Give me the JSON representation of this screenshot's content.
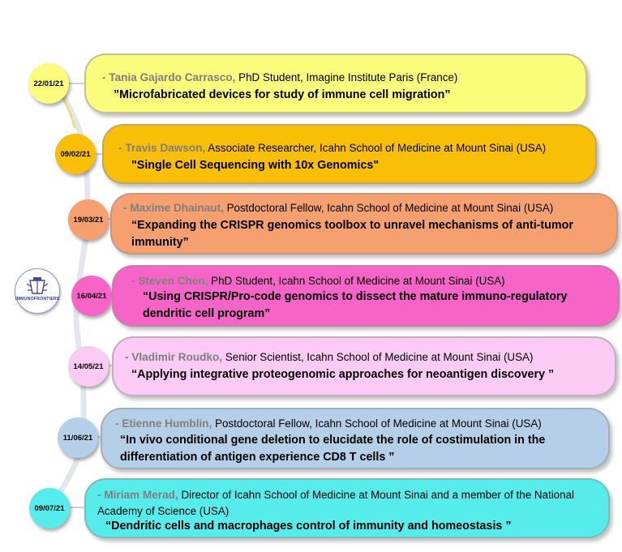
{
  "logo": {
    "text": "IMMUNOFRONTIERS"
  },
  "colors": {
    "yellow": "#fbfb7c",
    "gold": "#f8bf06",
    "orange": "#f6a06f",
    "magenta": "#f764c8",
    "pink": "#fbcbf6",
    "blue": "#b5cfe8",
    "cyan": "#57ecec"
  },
  "events": [
    {
      "date": "22/01/21",
      "prefix": "- ",
      "name": "Tania Gajardo Carrasco,",
      "role": " PhD Student,  Imagine Institute Paris (France)",
      "title": "”Microfabricated devices for study of immune cell migration”",
      "color": "#fbfb7c"
    },
    {
      "date": "09/02/21",
      "prefix": "- ",
      "name": "Travis Dawson,",
      "role": " Associate Researcher,  Icahn School of Medicine at Mount Sinai (USA)",
      "title": "\"Single Cell Sequencing with 10x Genomics\"",
      "color": "#f8bf06"
    },
    {
      "date": "19/03/21",
      "prefix": "- ",
      "name": "Maxime Dhainaut,",
      "role": " Postdoctoral Fellow, Icahn School of Medicine at Mount Sinai (USA)",
      "title": "“Expanding the CRISPR genomics toolbox to unravel mechanisms of anti-tumor immunity”",
      "color": "#f6a06f"
    },
    {
      "date": "16/04/21",
      "prefix": "- ",
      "name": "Steven Chen,",
      "role": " PhD Student,  Icahn School of Medicine at Mount Sinai (USA)",
      "title": "“Using CRISPR/Pro-code genomics to dissect the mature immuno-regulatory dendritic cell program”",
      "color": "#f764c8"
    },
    {
      "date": "14/05/21",
      "prefix": "- ",
      "name": "Vladimir Roudko,",
      "role": " Senior Scientist, Icahn School of Medicine at Mount Sinai (USA)",
      "title": "“Applying integrative proteogenomic approaches for neoantigen discovery ”",
      "color": "#fbcbf6"
    },
    {
      "date": "11/06/21",
      "prefix": "- ",
      "name": "Etienne  Humblin,",
      "role": " Postdoctoral Fellow, Icahn School of Medicine at Mount  Sinai (USA)",
      "title": "“In vivo conditional gene deletion to elucidate the role of costimulation in the differentiation of antigen experience CD8 T cells ”",
      "color": "#b5cfe8"
    },
    {
      "date": "09/07/21",
      "prefix": "- ",
      "name": "Miriam Merad,",
      "role": " Director of Icahn School of Medicine at Mount Sinai and a member of the National Academy of Science (USA)",
      "title": "“Dendritic cells and macrophages control of immunity and homeostasis ”",
      "color": "#57ecec"
    }
  ]
}
